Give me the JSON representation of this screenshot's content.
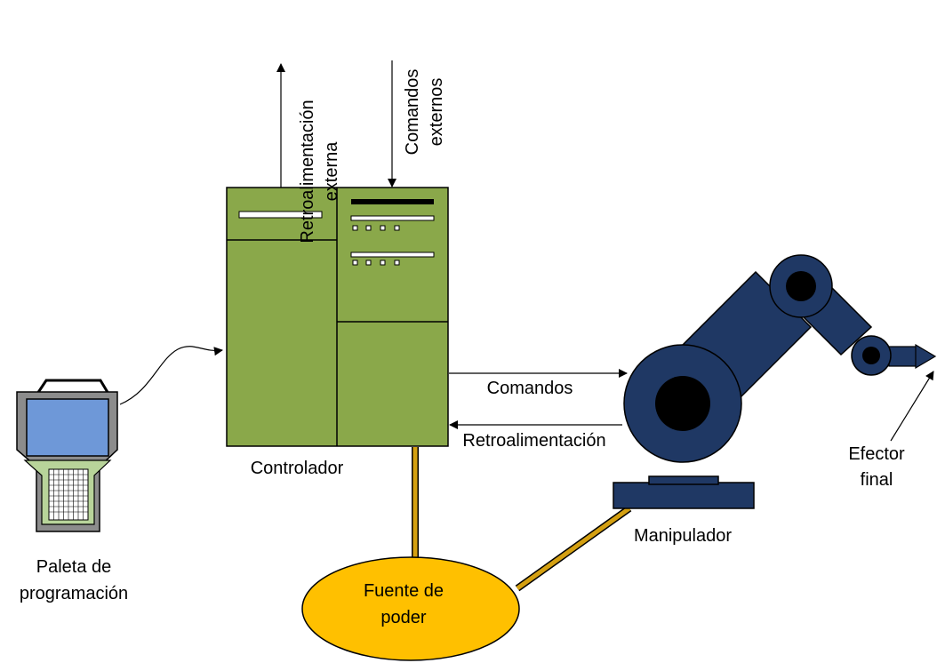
{
  "labels": {
    "ext_feedback": [
      "Retroalimentación",
      "externa"
    ],
    "ext_commands": [
      "Comandos",
      "externos"
    ],
    "controller": "Controlador",
    "commands": "Comandos",
    "feedback": "Retroalimentación",
    "end_effector": [
      "Efector",
      "final"
    ],
    "manipulator": "Manipulador",
    "pendant": [
      "Paleta de",
      "programación"
    ],
    "power": [
      "Fuente de",
      "poder"
    ]
  },
  "colors": {
    "controller_fill": "#8aa84a",
    "pendant_screen": "#6e98d8",
    "pendant_keypad": "#b8d49a",
    "pendant_body": "#8c8c8c",
    "robot_fill": "#1f3864",
    "power_fill": "#ffc000",
    "power_cable": "#d4a012"
  }
}
